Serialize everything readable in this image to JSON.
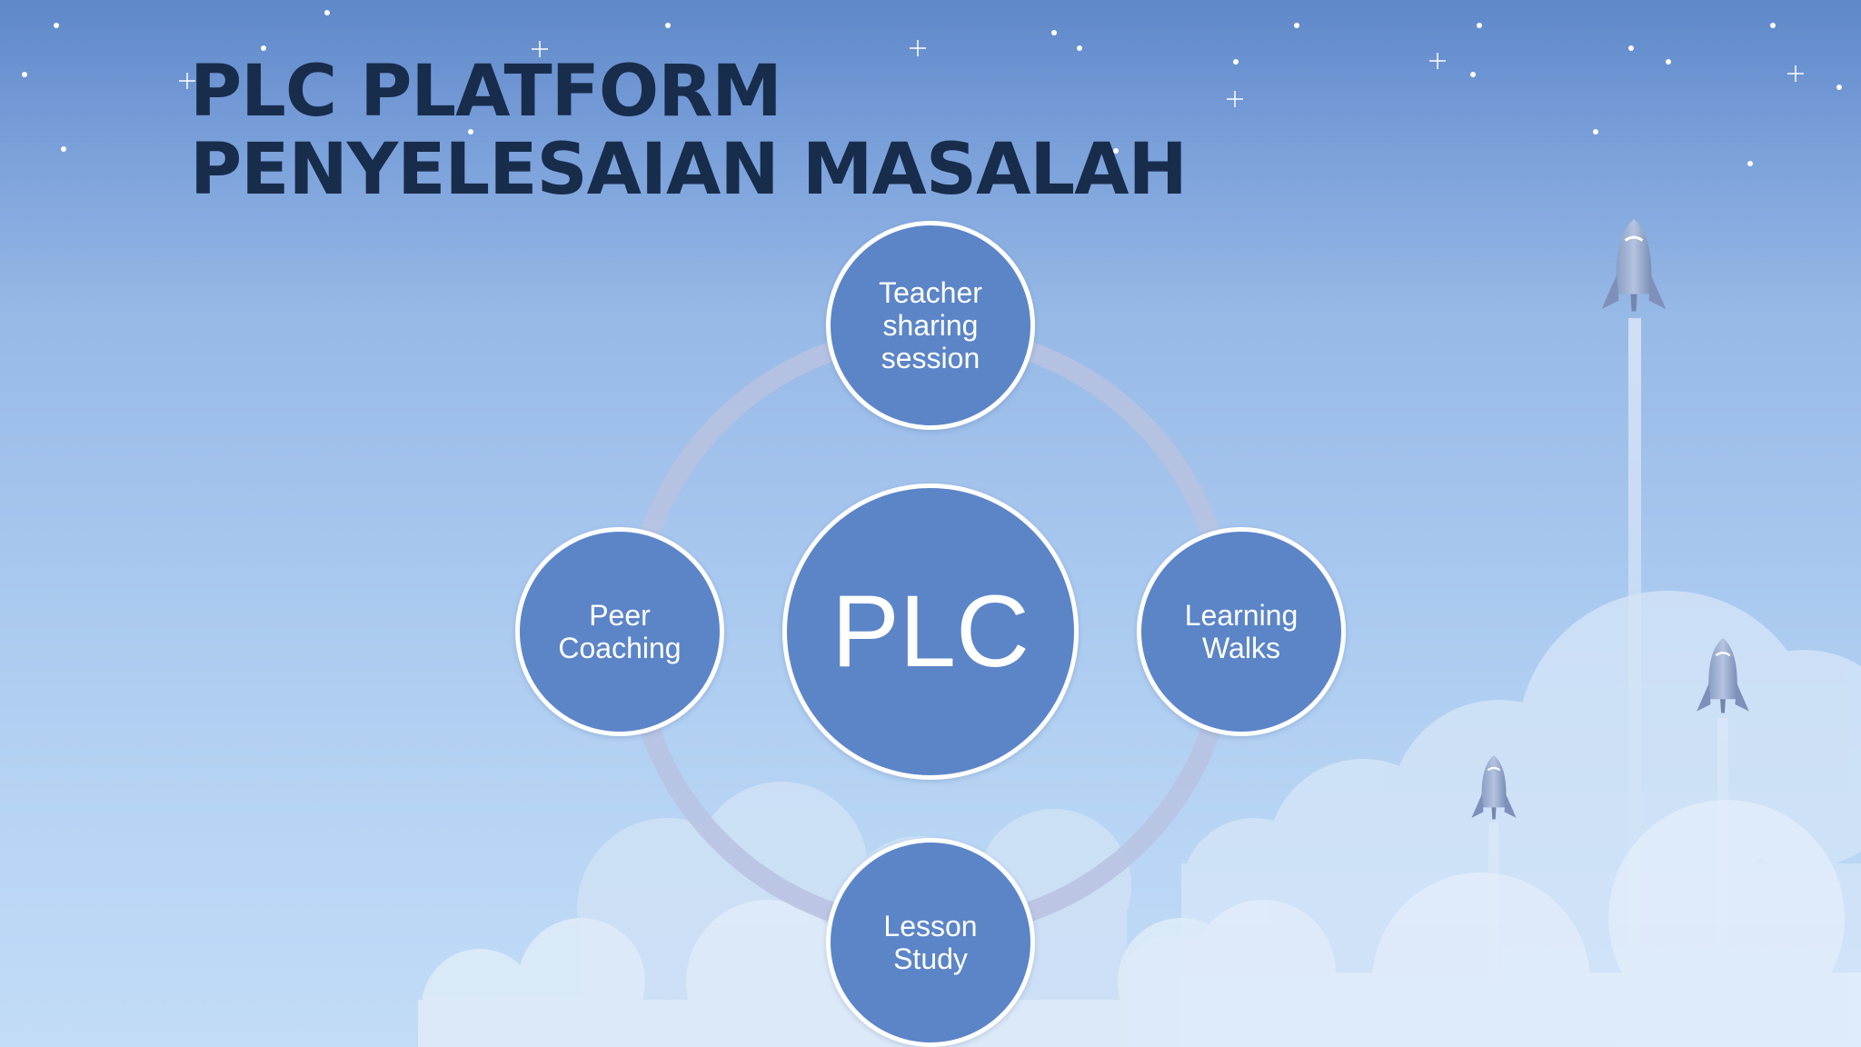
{
  "slide": {
    "title": "PLC PLATFORM PENYELESAIAN MASALAH"
  },
  "diagram": {
    "center_label": "PLC",
    "nodes": [
      {
        "id": "top",
        "label": "Teacher sharing session"
      },
      {
        "id": "left",
        "label": "Peer Coaching"
      },
      {
        "id": "right",
        "label": "Learning Walks"
      },
      {
        "id": "bottom",
        "label": "Lesson Study"
      }
    ]
  },
  "colors": {
    "node_fill": "#5c85c8",
    "node_border": "#ffffff",
    "title": "#182c4c",
    "ring": "#b8c2e0",
    "sky_top": "#5f88c9",
    "sky_bottom": "#c2dcf7"
  },
  "decorations": {
    "background": "sky-with-stars-and-clouds",
    "rockets": [
      "rocket-icon",
      "rocket-icon",
      "rocket-icon"
    ]
  }
}
